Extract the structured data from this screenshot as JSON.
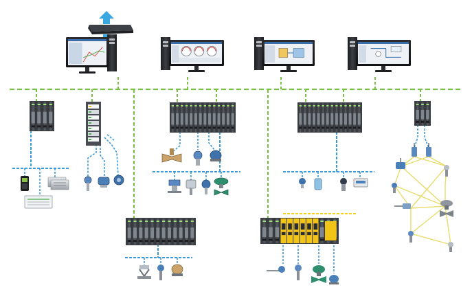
{
  "diagram": {
    "colors": {
      "control_network": "#7ac143",
      "field_bus": "#3a9ad9",
      "wireless_mesh": "#e8dc6a",
      "safety_bus": "#f2d21b",
      "controller_dark": "#3b3f44",
      "controller_light": "#7f868d",
      "module_yellow": "#f2c418",
      "monitor_bezel": "#1e1f22",
      "tower_dark": "#2a2c30",
      "tower_silver": "#b9bdc2",
      "device_blue": "#4a7fb8",
      "device_green": "#2e8f6e",
      "device_silver": "#a5abb2",
      "cloud_arrow": "#3ba7e0"
    },
    "top_gateway": {
      "icon": "upload-arrow-icon",
      "device": "gateway-appliance-icon"
    },
    "workstations": [
      {
        "name": "workstation-1",
        "screen": "trend-chart-screen-icon"
      },
      {
        "name": "workstation-2",
        "screen": "gauge-dashboard-screen-icon"
      },
      {
        "name": "workstation-3",
        "screen": "process-graphic-screen-icon"
      },
      {
        "name": "workstation-4",
        "screen": "plant-schematic-screen-icon"
      }
    ],
    "controllers": [
      {
        "name": "controller-small-1",
        "icon": "io-rack-icon"
      },
      {
        "name": "controller-tower",
        "icon": "io-tower-icon"
      },
      {
        "name": "controller-large-1",
        "icon": "io-rack-icon"
      },
      {
        "name": "controller-large-2",
        "icon": "io-rack-icon"
      },
      {
        "name": "controller-small-2",
        "icon": "io-rack-icon"
      },
      {
        "name": "controller-bottom",
        "icon": "io-rack-icon"
      },
      {
        "name": "controller-safety",
        "icon": "safety-io-rack-icon"
      }
    ],
    "field_devices": [
      "hand-terminal-icon",
      "io-module-icon",
      "remote-io-icon",
      "pressure-transmitter-icon",
      "flow-transmitter-icon",
      "temperature-sensor-icon",
      "valve-icon",
      "pump-icon",
      "flow-meter-icon",
      "level-transmitter-icon",
      "wireless-transmitter-icon",
      "wireless-gateway-icon",
      "control-valve-icon"
    ]
  }
}
